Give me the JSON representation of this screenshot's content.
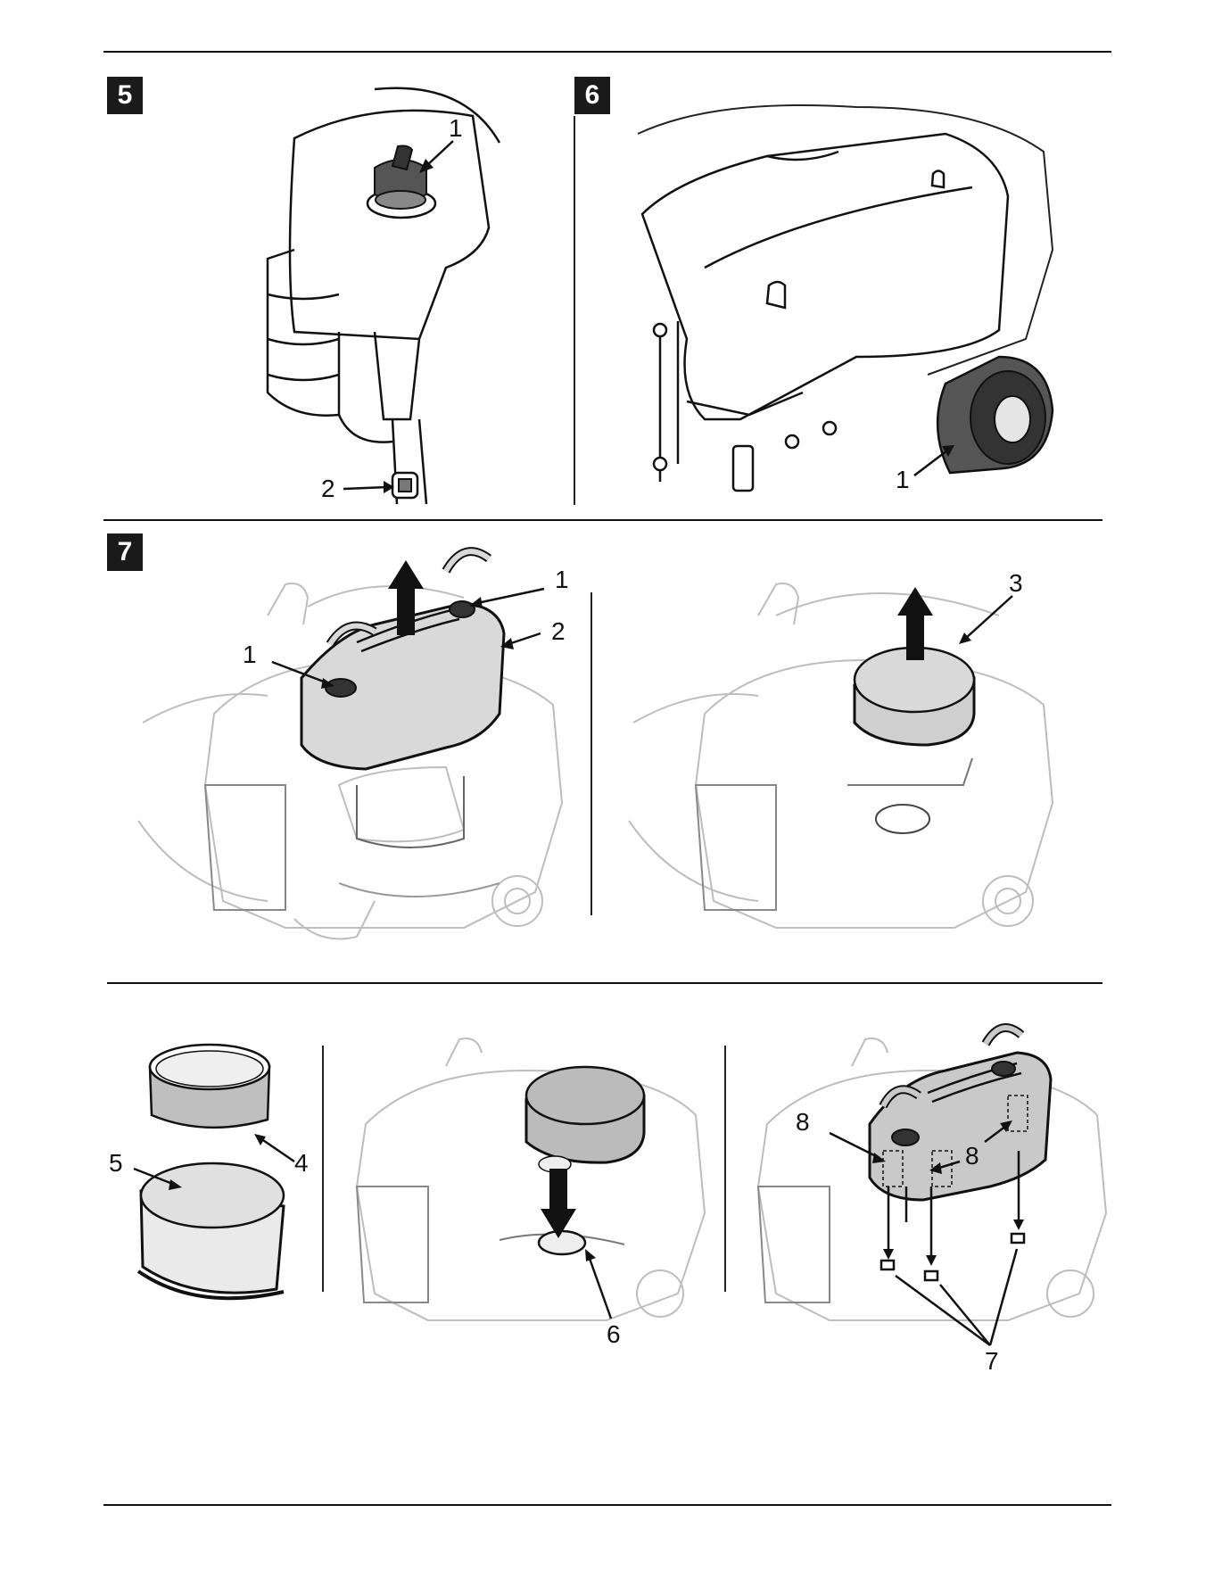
{
  "figures": [
    {
      "id": "5",
      "callouts": [
        "1",
        "2"
      ]
    },
    {
      "id": "6",
      "callouts": [
        "1"
      ]
    },
    {
      "id": "7",
      "callouts": [
        "1",
        "1",
        "2",
        "3"
      ]
    }
  ],
  "step_callouts": [
    "4",
    "5",
    "6",
    "7",
    "8",
    "8"
  ],
  "colors": {
    "ink": "#111111",
    "badge": "#1a1a1a",
    "ghost": "#bdbdbd",
    "part_fill": "#d9d9d9"
  }
}
